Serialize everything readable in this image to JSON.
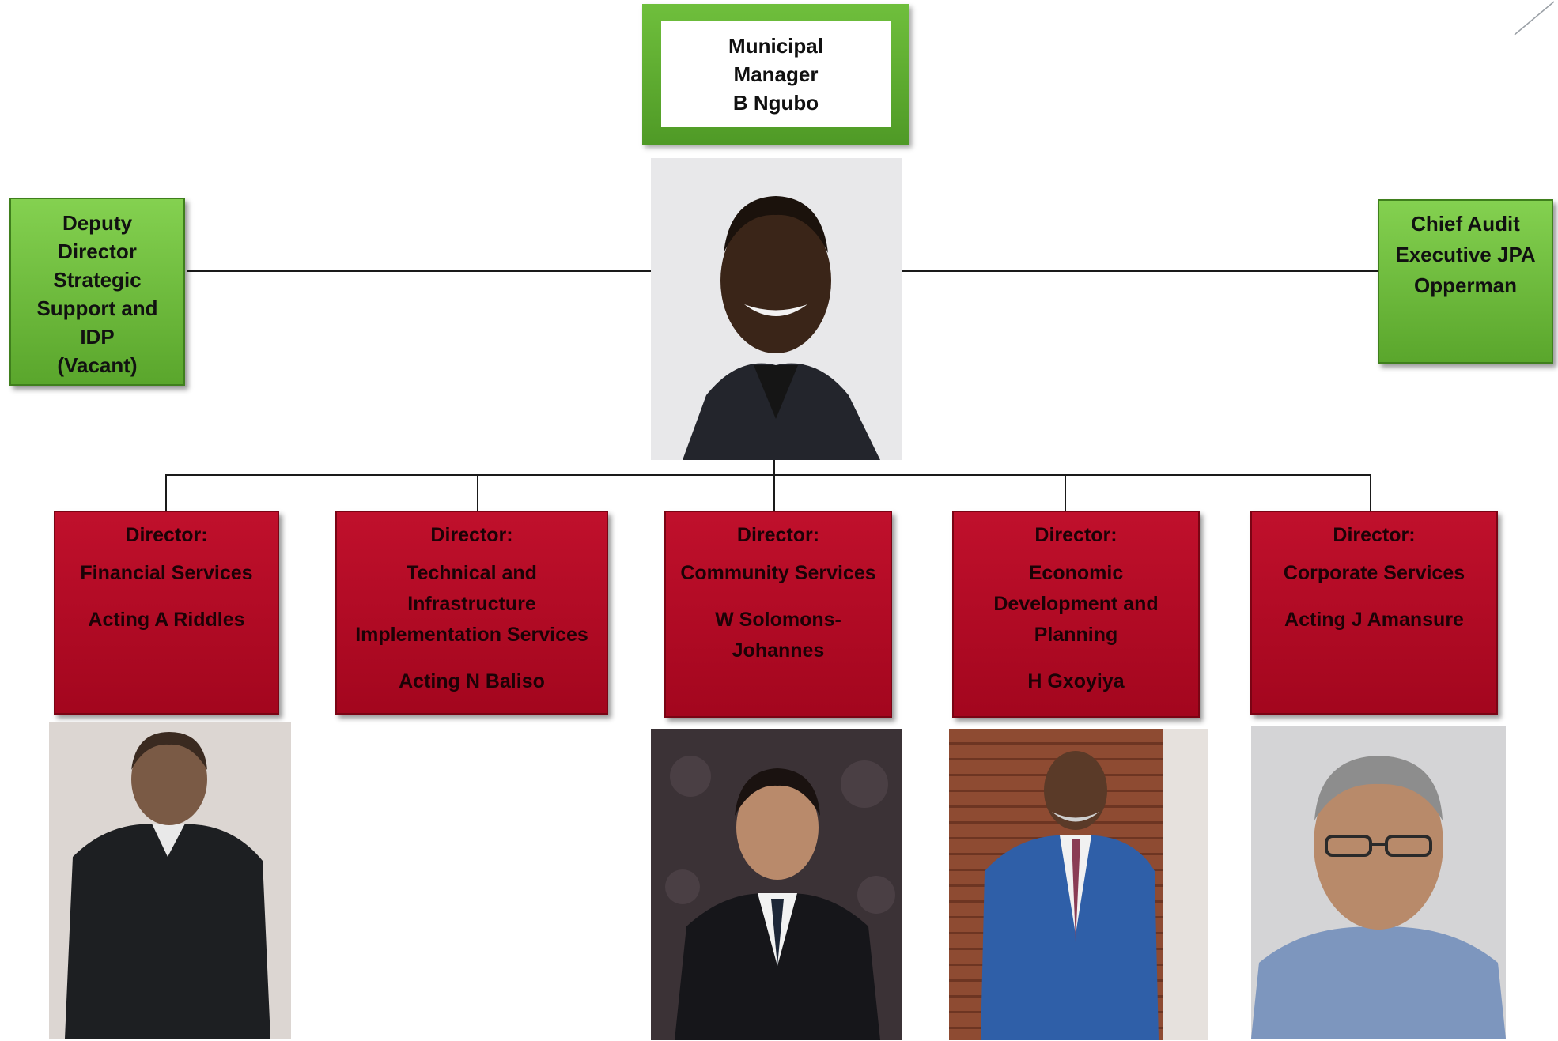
{
  "manager": {
    "lines": [
      "Municipal",
      "Manager",
      "B Ngubo"
    ]
  },
  "deputy": {
    "lines": [
      "Deputy",
      "Director",
      "Strategic",
      "Support and",
      "IDP",
      "(Vacant)"
    ]
  },
  "audit": {
    "lines": [
      "Chief Audit",
      "Executive JPA",
      "Opperman"
    ]
  },
  "directors": [
    {
      "header": "Director:",
      "dept": [
        "Financial Services"
      ],
      "name": [
        "Acting A Riddles"
      ]
    },
    {
      "header": "Director:",
      "dept": [
        "Technical and",
        "Infrastructure",
        "Implementation Services"
      ],
      "name": [
        "Acting N Baliso"
      ]
    },
    {
      "header": "Director:",
      "dept": [
        "Community Services"
      ],
      "name": [
        "W Solomons-",
        "Johannes"
      ]
    },
    {
      "header": "Director:",
      "dept": [
        "Economic",
        "Development and",
        "Planning"
      ],
      "name": [
        "H Gxoyiya"
      ]
    },
    {
      "header": "Director:",
      "dept": [
        "Corporate Services"
      ],
      "name": [
        "Acting J Amansure"
      ]
    }
  ],
  "colors": {
    "manager_green": "#5aa62c",
    "side_green": "#6fc13c",
    "director_red": "#b00a25",
    "connector": "#1a1a1a"
  },
  "icons": {
    "photos": "portrait-photo-icon"
  }
}
